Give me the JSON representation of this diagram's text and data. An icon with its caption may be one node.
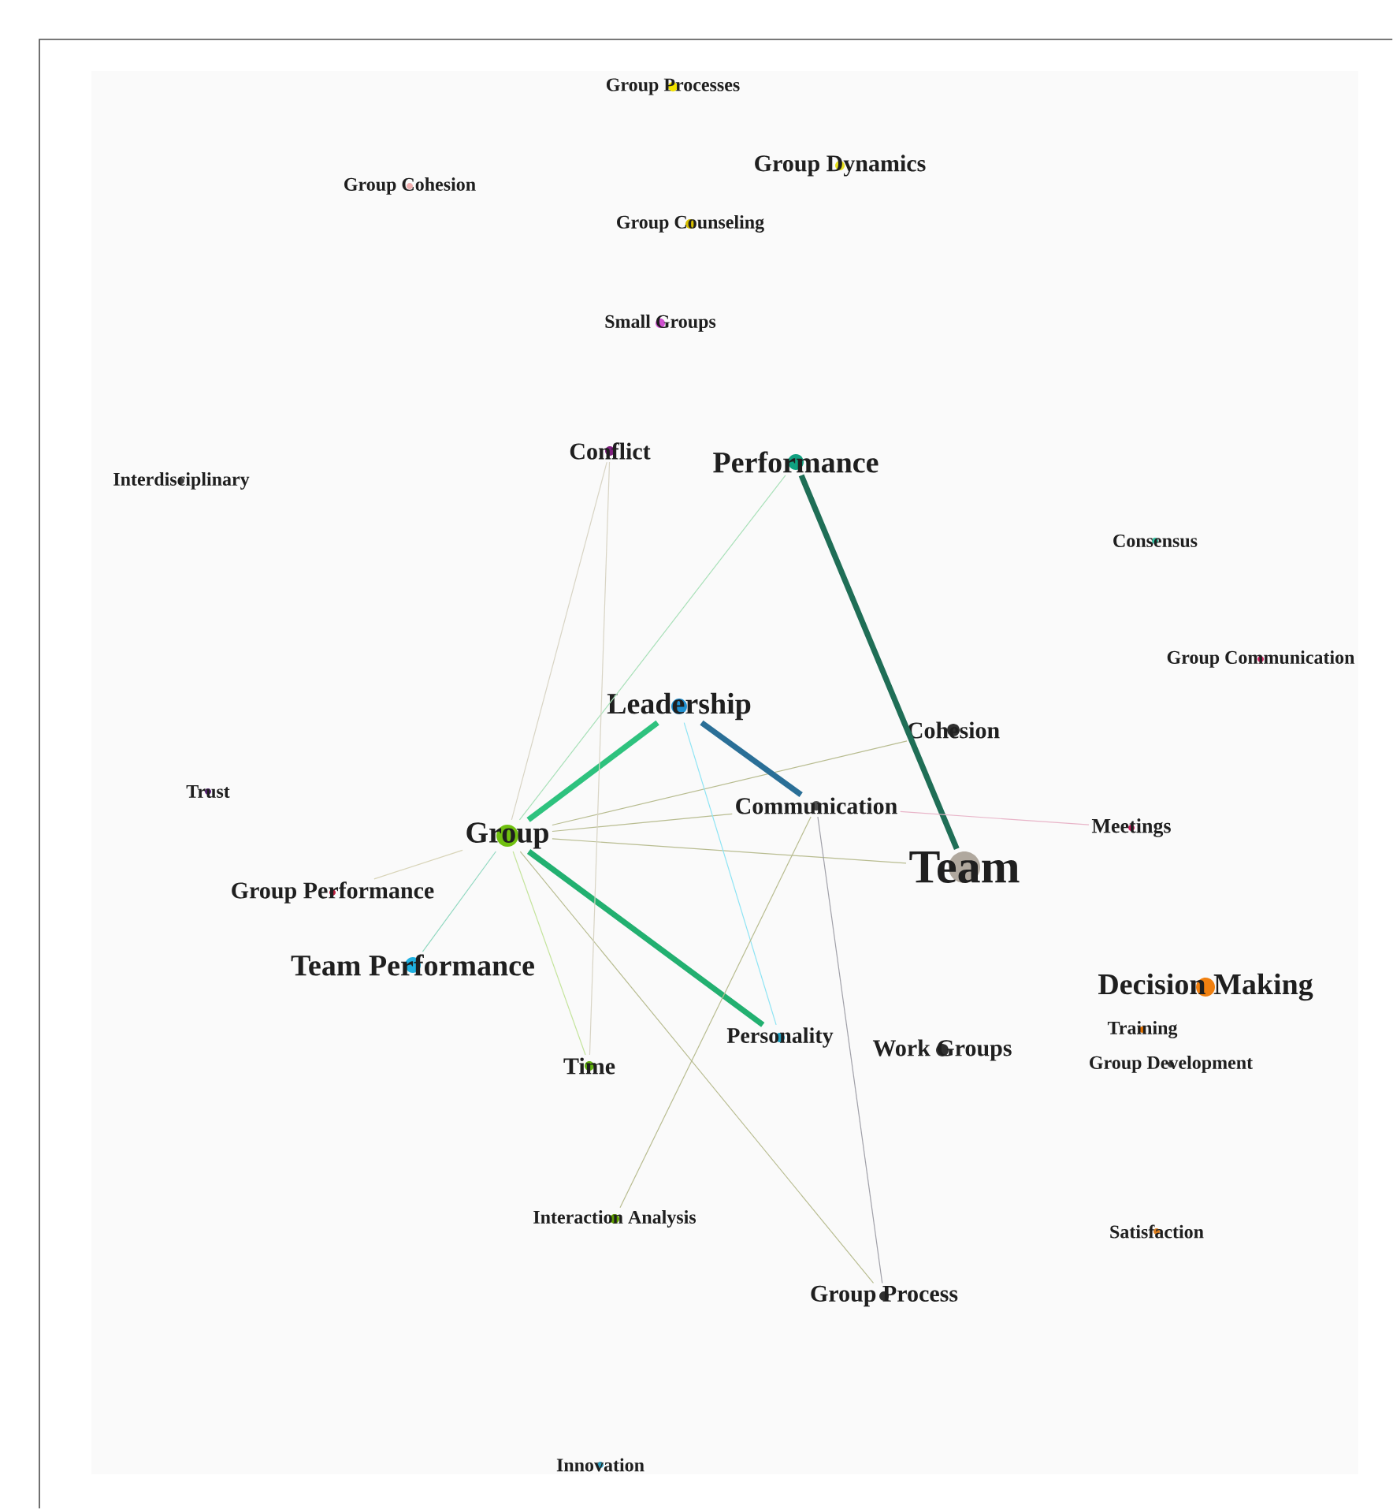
{
  "diagram": {
    "nodes": [
      {
        "text": [
          "Group Processes"
        ]
      },
      {
        "text": [
          "Group Dynamics"
        ]
      },
      {
        "text": [
          "Group Cohesion"
        ]
      },
      {
        "text": [
          "Group Counseling"
        ]
      },
      {
        "text": [
          "Small Groups"
        ]
      },
      {
        "text": [
          "Conflict"
        ]
      },
      {
        "text": [
          "Performance"
        ]
      },
      {
        "text": [
          "Interdisciplinary"
        ]
      },
      {
        "text": [
          "Consensus"
        ]
      },
      {
        "text": [
          "Group Communication"
        ]
      },
      {
        "text": [
          "Leadership"
        ]
      },
      {
        "text": [
          "Cohesion"
        ]
      },
      {
        "text": [
          "Trust"
        ]
      },
      {
        "text": [
          "Communication"
        ]
      },
      {
        "text": [
          "Meetings"
        ]
      },
      {
        "text": [
          "Group"
        ]
      },
      {
        "text": [
          "Team"
        ]
      },
      {
        "text": [
          "Group Performance"
        ]
      },
      {
        "text": [
          "Team Performance"
        ]
      },
      {
        "text": [
          "Decision Making"
        ]
      },
      {
        "text": [
          "Training"
        ]
      },
      {
        "text": [
          "Group Development"
        ]
      },
      {
        "text": [
          "Work Groups"
        ]
      },
      {
        "text": [
          "Personality"
        ]
      },
      {
        "text": [
          "Time"
        ]
      },
      {
        "text": [
          "Interaction Analysis"
        ]
      },
      {
        "text": [
          "Satisfaction"
        ]
      },
      {
        "text": [
          "Group Process"
        ]
      },
      {
        "text": [
          "Innovation"
        ]
      }
    ],
    "edges": [
      {
        "from": 15,
        "to": 10,
        "arrow": "none",
        "style": "thick",
        "color": "#2ec27e"
      },
      {
        "from": 15,
        "to": 6,
        "arrow": "none",
        "color": "#a8e0b8"
      },
      {
        "from": 15,
        "to": 5,
        "arrow": "none",
        "color": "#d8d4c4"
      },
      {
        "from": 15,
        "to": 11,
        "arrow": "none"
      },
      {
        "from": 15,
        "to": 13,
        "arrow": "none"
      },
      {
        "from": 15,
        "to": 16,
        "arrow": "none"
      },
      {
        "from": 15,
        "to": 18,
        "arrow": "none",
        "color": "#90d8c0"
      },
      {
        "from": 15,
        "to": 17,
        "arrow": "none",
        "color": "#d8d4b8"
      },
      {
        "from": 15,
        "to": 24,
        "arrow": "none",
        "color": "#c4e49c"
      },
      {
        "from": 15,
        "to": 23,
        "arrow": "none",
        "style": "thick",
        "color": "#22b070"
      },
      {
        "from": 15,
        "to": 27,
        "arrow": "none"
      },
      {
        "from": 10,
        "to": 13,
        "arrow": "none",
        "style": "thick",
        "color": "#2a6f97"
      },
      {
        "from": 10,
        "to": 23,
        "arrow": "none",
        "color": "#8ee4f4"
      },
      {
        "from": 6,
        "to": 16,
        "arrow": "none",
        "style": "thick",
        "color": "#1f6e56"
      },
      {
        "from": 13,
        "to": 14,
        "arrow": "none",
        "color": "#e8b4c8"
      },
      {
        "from": 13,
        "to": 25,
        "arrow": "none"
      },
      {
        "from": 13,
        "to": 27,
        "arrow": "none",
        "color": "#a0a0a8"
      },
      {
        "from": 5,
        "to": 24,
        "arrow": "none",
        "color": "#d8d4c4"
      }
    ]
  }
}
